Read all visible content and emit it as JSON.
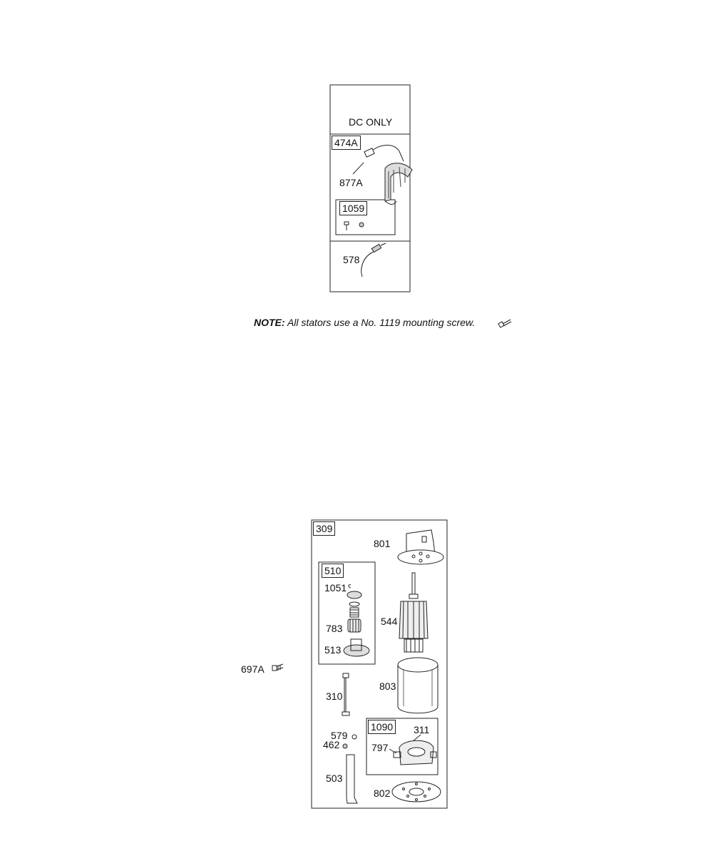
{
  "stator_panel": {
    "header": "DC ONLY",
    "kit_label": "474A",
    "wire_label": "877A",
    "hardware_kit_label": "1059",
    "harness_label": "578"
  },
  "note": {
    "prefix": "NOTE:",
    "text": "All stators use a No. 1119 mounting screw."
  },
  "starter_panel": {
    "assembly_label": "309",
    "bracket_label": "801",
    "drive_kit_label": "510",
    "clip_label": "1051",
    "pinion_label": "783",
    "drive_base_label": "513",
    "armature_label": "544",
    "housing_label": "803",
    "bolt_label": "310",
    "brush_kit_label": "1090",
    "brush_holder_label": "311",
    "brush_label": "797",
    "washer_label": "579",
    "nut_label": "462",
    "strap_label": "503",
    "end_cap_label": "802"
  },
  "side_screw_label": "697A"
}
